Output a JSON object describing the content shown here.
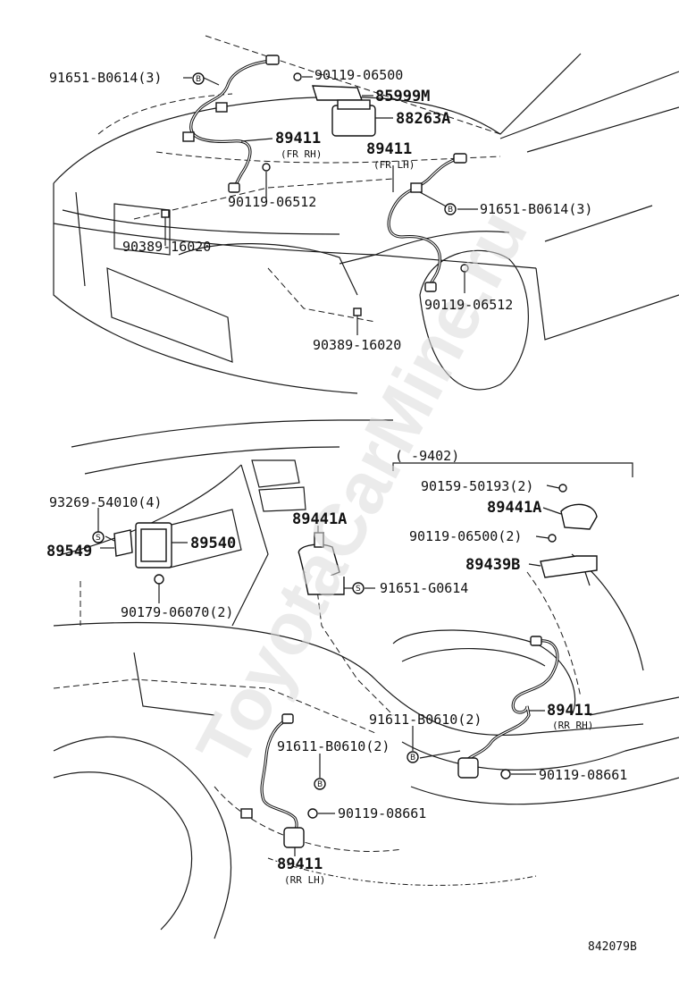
{
  "watermark": "ToyotaCarMine.ru",
  "diagram_code": "842079B",
  "front_section": {
    "clip_fr_rh": "91651-B0614(3)",
    "clip_fr_rh_symbol": "B",
    "bolt_bracket": "90119-06500",
    "bracket": "85999M",
    "ecu": "88263A",
    "sensor_fr_rh": "89411",
    "sensor_fr_rh_note": "(FR RH)",
    "bolt_fr_rh": "90119-06512",
    "clip_bumper_left": "90389-16020",
    "sensor_fr_lh": "89411",
    "sensor_fr_lh_note": "(FR LH)",
    "clip_fr_lh": "91651-B0614(3)",
    "clip_fr_lh_symbol": "B",
    "bolt_fr_lh": "90119-06512",
    "clip_bumper_right": "90389-16020"
  },
  "rear_section": {
    "range_note": "( -9402)",
    "screw_front": "93269-54010(4)",
    "screw_symbol": "S",
    "bracket_89549": "89549",
    "computer_89540": "89540",
    "bolt_computer": "90179-06070(2)",
    "sensor_89441a": "89441A",
    "nut_91651": "91651-G0614",
    "nut_symbol": "S",
    "bolt_upper": "90159-50193(2)",
    "sensor_89441a_upper": "89441A",
    "bolt_lower": "90119-06500(2)",
    "bracket_89439b": "89439B",
    "clip_rr_rh": "91611-B0610(2)",
    "clip_rr_rh_symbol": "B",
    "sensor_rr_rh": "89411",
    "sensor_rr_rh_note": "(RR RH)",
    "bolt_rr_rh": "90119-08661",
    "clip_rr_lh": "91611-B0610(2)",
    "clip_rr_lh_symbol": "B",
    "bolt_rr_lh": "90119-08661",
    "sensor_rr_lh": "89411",
    "sensor_rr_lh_note": "(RR LH)"
  }
}
